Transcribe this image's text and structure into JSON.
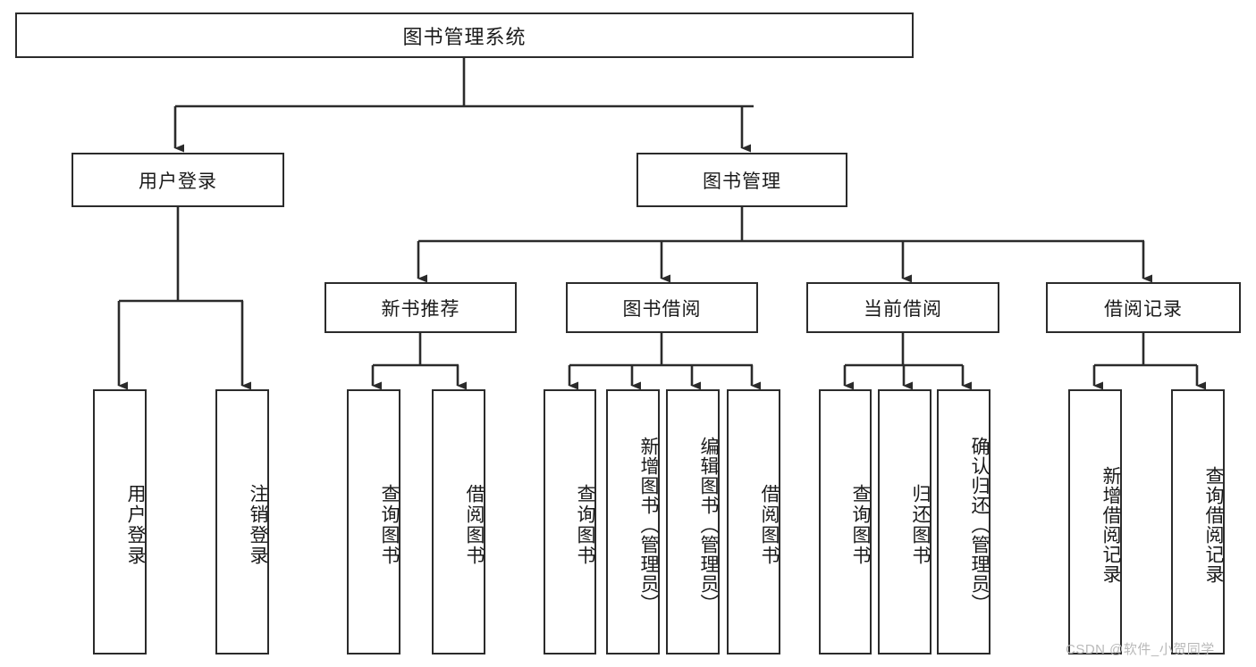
{
  "diagram": {
    "type": "tree-hierarchy",
    "title": "图书管理系统",
    "watermark": "CSDN @软件_小贺同学",
    "colors": {
      "stroke": "#2b2b2b",
      "fill": "#ffffff",
      "text": "#1a1a1a",
      "watermark": "#b9b9b9"
    },
    "nodes": {
      "root": {
        "label": "图书管理系统",
        "orientation": "horizontal"
      },
      "level2": [
        {
          "id": "user-login",
          "label": "用户登录",
          "orientation": "horizontal"
        },
        {
          "id": "book-management",
          "label": "图书管理",
          "orientation": "horizontal"
        }
      ],
      "level3": [
        {
          "id": "new-book-recommend",
          "label": "新书推荐",
          "orientation": "horizontal"
        },
        {
          "id": "book-borrow",
          "label": "图书借阅",
          "orientation": "horizontal"
        },
        {
          "id": "current-borrow",
          "label": "当前借阅",
          "orientation": "horizontal"
        },
        {
          "id": "borrow-record",
          "label": "借阅记录",
          "orientation": "horizontal"
        }
      ],
      "leaves": [
        {
          "id": "leaf-user-login",
          "label": "用户登录",
          "parent": "user-login",
          "orientation": "vertical"
        },
        {
          "id": "leaf-user-logout",
          "label": "注销登录",
          "parent": "user-login",
          "orientation": "vertical"
        },
        {
          "id": "leaf-query-book-1",
          "label": "查询图书",
          "parent": "new-book-recommend",
          "orientation": "vertical"
        },
        {
          "id": "leaf-borrow-book-1",
          "label": "借阅图书",
          "parent": "new-book-recommend",
          "orientation": "vertical"
        },
        {
          "id": "leaf-query-book-2",
          "label": "查询图书",
          "parent": "book-borrow",
          "orientation": "vertical"
        },
        {
          "id": "leaf-add-book",
          "label": "新增图书（管理员）",
          "parent": "book-borrow",
          "orientation": "vertical"
        },
        {
          "id": "leaf-edit-book",
          "label": "编辑图书（管理员）",
          "parent": "book-borrow",
          "orientation": "vertical"
        },
        {
          "id": "leaf-borrow-book-2",
          "label": "借阅图书",
          "parent": "book-borrow",
          "orientation": "vertical"
        },
        {
          "id": "leaf-query-book-3",
          "label": "查询图书",
          "parent": "current-borrow",
          "orientation": "vertical"
        },
        {
          "id": "leaf-return-book",
          "label": "归还图书",
          "parent": "current-borrow",
          "orientation": "vertical"
        },
        {
          "id": "leaf-confirm-return",
          "label": "确认归还（管理员）",
          "parent": "current-borrow",
          "orientation": "vertical"
        },
        {
          "id": "leaf-add-record",
          "label": "新增借阅记录",
          "parent": "borrow-record",
          "orientation": "vertical"
        },
        {
          "id": "leaf-query-record",
          "label": "查询借阅记录",
          "parent": "borrow-record",
          "orientation": "vertical"
        }
      ]
    }
  }
}
